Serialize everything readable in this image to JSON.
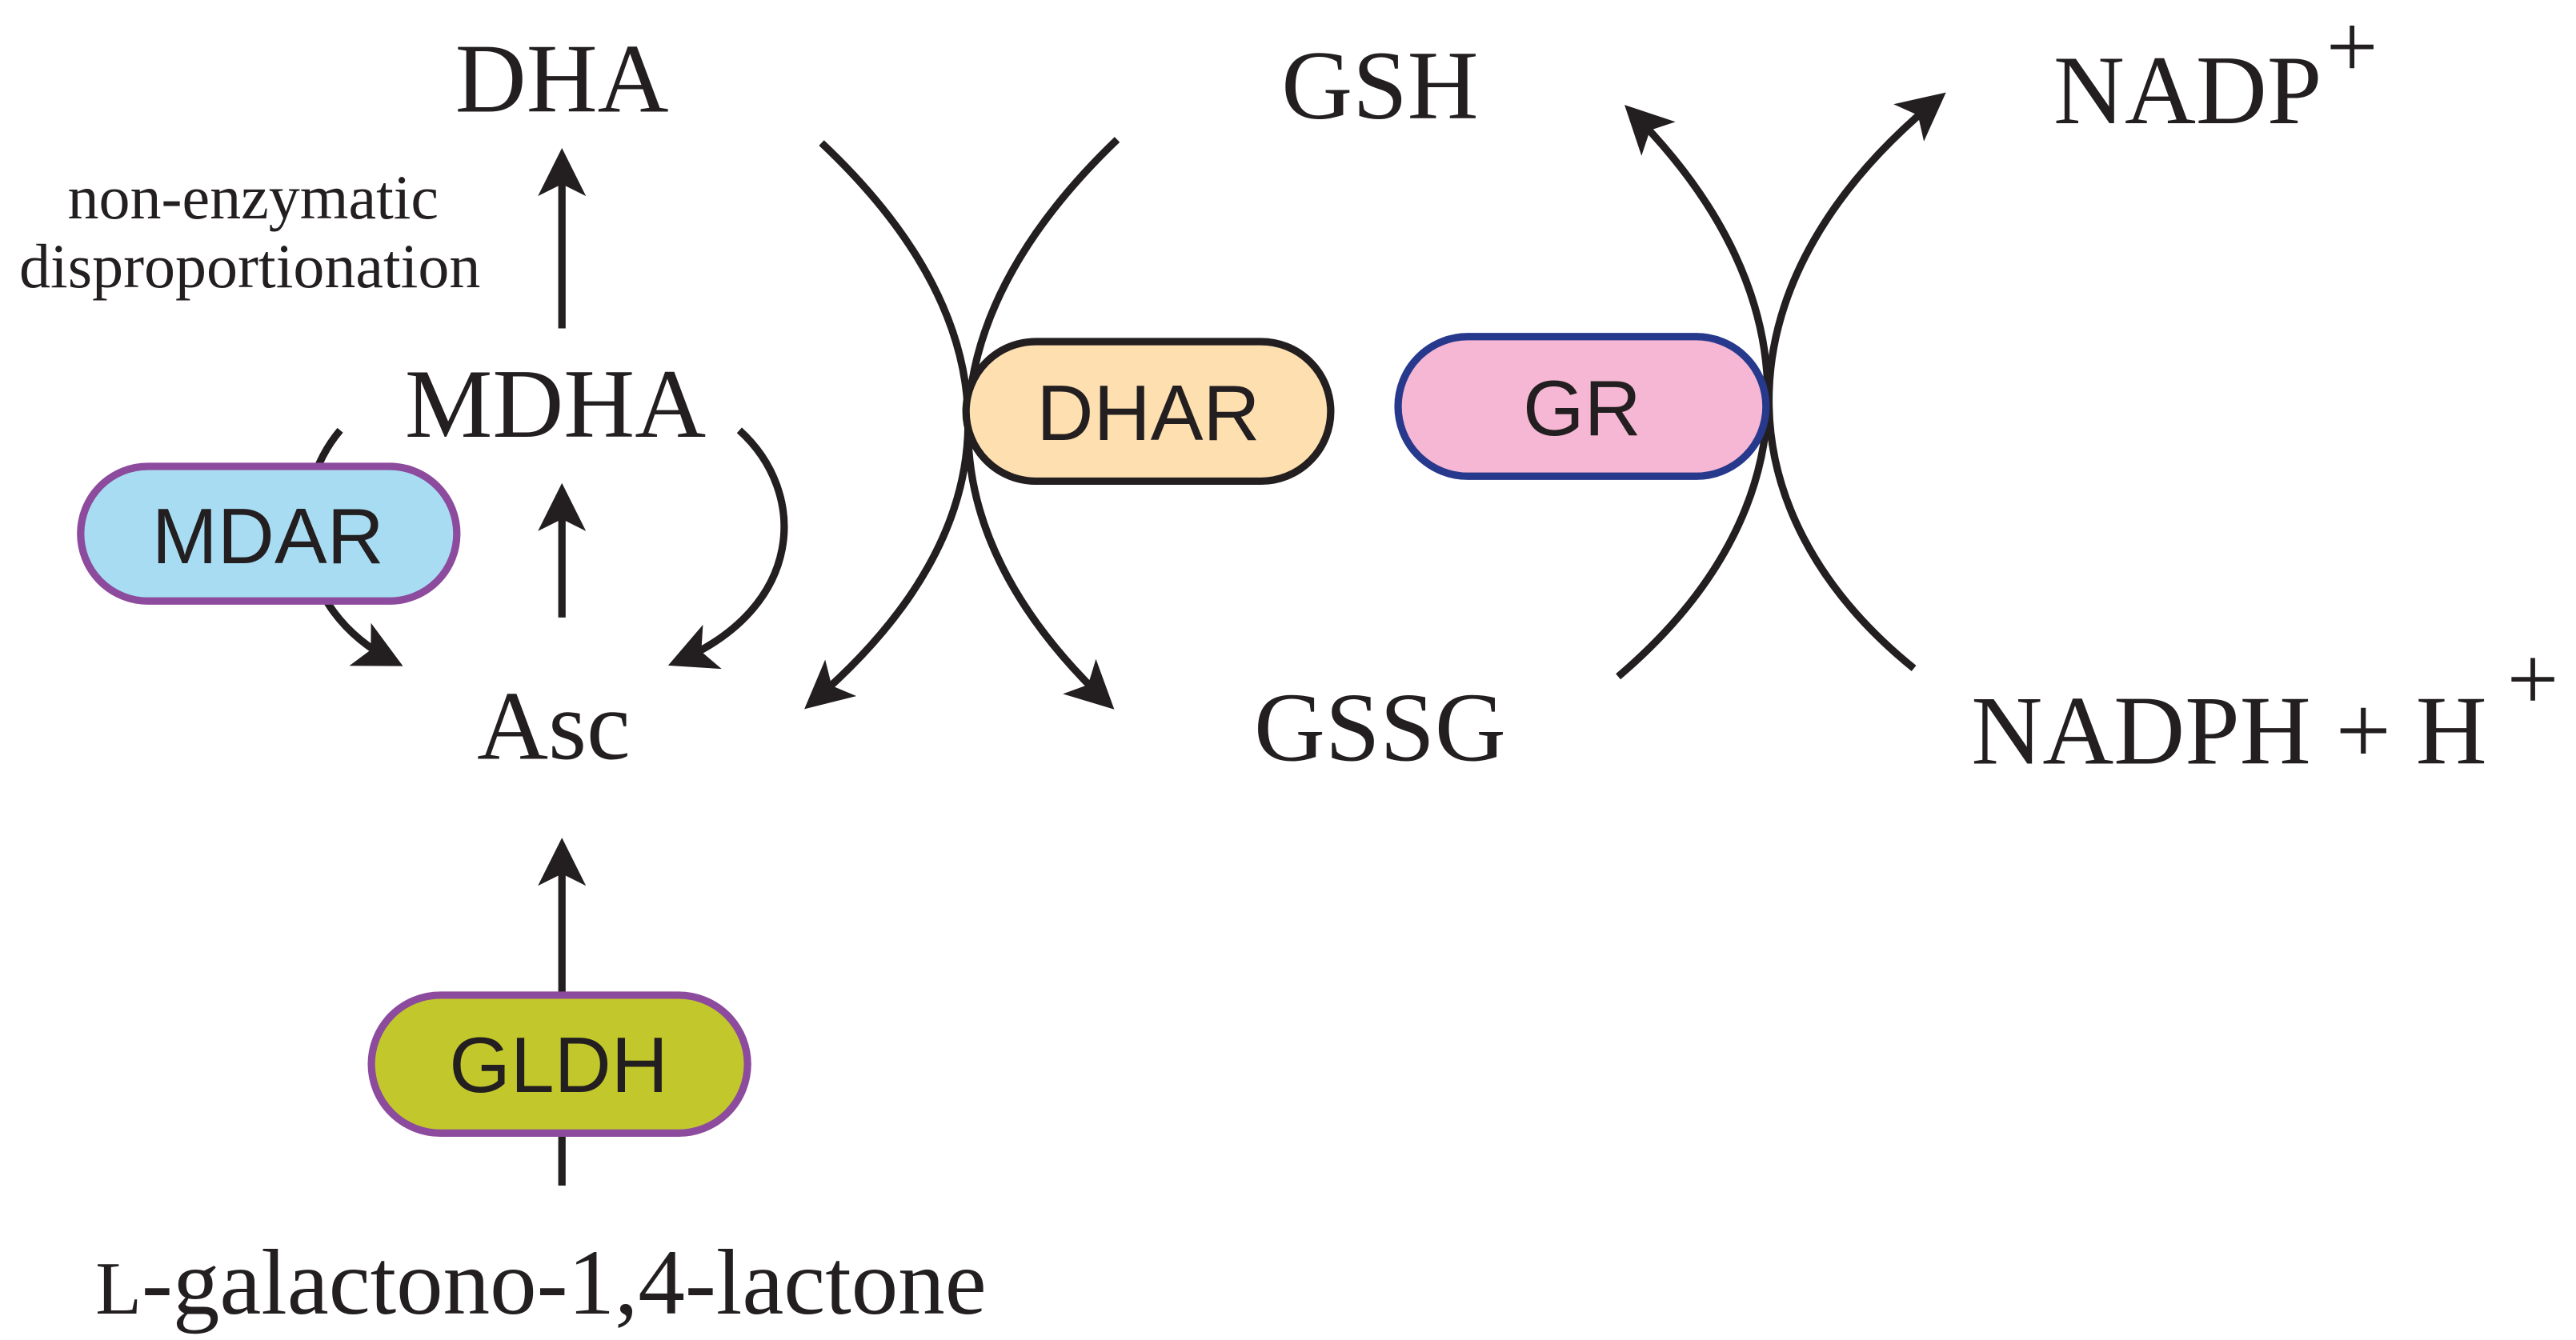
{
  "metabolites": {
    "dha": "DHA",
    "gsh": "GSH",
    "nadp": "NADP",
    "nadp_charge": "+",
    "mdha": "MDHA",
    "asc": "Asc",
    "gssg": "GSSG",
    "nadph": "NADPH + H",
    "nadph_charge": "+",
    "precursor_prefix": "L",
    "precursor_name": "-galactono-1,4-lactone"
  },
  "annotation": {
    "line1": "non-enzymatic",
    "line2": "disproportionation"
  },
  "enzymes": {
    "mdar": {
      "label": "MDAR",
      "fill": "#a8dcf2",
      "stroke": "#8c4b9d"
    },
    "dhar": {
      "label": "DHAR",
      "fill": "#fddfb0",
      "stroke": "#231f20"
    },
    "gr": {
      "label": "GR",
      "fill": "#f5b7d3",
      "stroke": "#27398c"
    },
    "gldh": {
      "label": "GLDH",
      "fill": "#c2c82c",
      "stroke": "#8c4b9d"
    }
  }
}
